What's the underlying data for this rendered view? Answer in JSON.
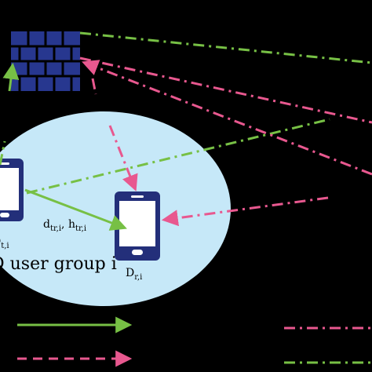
{
  "colors": {
    "background": "#000000",
    "group_fill": "#c6e8f8",
    "device": "#232f7a",
    "wall": "#27378f",
    "green_link": "#77c045",
    "pink_link": "#e8588f"
  },
  "icons": {
    "wall": "brick-firewall-icon",
    "transmitter": "smartphone-icon",
    "receiver": "smartphone-icon"
  },
  "labels": {
    "link_label": "d",
    "link_label_sub": "tr,i",
    "link_label_sep": ", h",
    "link_label_sub2": "tr,i",
    "transmitter": "D",
    "transmitter_sub": "t,i",
    "receiver": "D",
    "receiver_sub": "r,i",
    "group": "D user group i"
  }
}
